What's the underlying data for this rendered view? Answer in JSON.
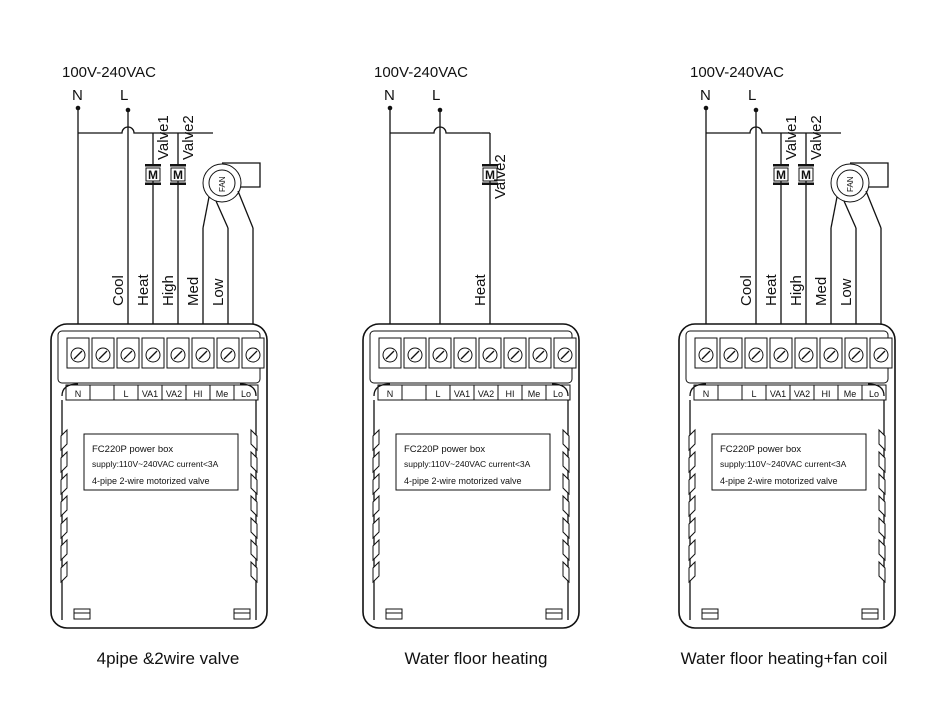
{
  "supply_label": "100V-240VAC",
  "panels": [
    {
      "caption": "4pipe &2wire valve",
      "wire_labels": [
        "Cool",
        "Heat",
        "High",
        "Med",
        "Low"
      ],
      "valves": [
        "Valve1",
        "Valve2"
      ],
      "fan": true
    },
    {
      "caption": "Water floor heating",
      "wire_labels": [
        "Heat"
      ],
      "valves": [
        "Valve2"
      ],
      "fan": false
    },
    {
      "caption": "Water floor heating+fan coil",
      "wire_labels": [
        "Cool",
        "Heat",
        "High",
        "Med",
        "Low"
      ],
      "valves": [
        "Valve1",
        "Valve2"
      ],
      "fan": true
    }
  ],
  "supply_terminals": {
    "neutral": "N",
    "live": "L"
  },
  "terminal_labels": [
    "N",
    "",
    "L",
    "VA1",
    "VA2",
    "HI",
    "Me",
    "Lo"
  ],
  "fan_label": "FAN",
  "valve_symbol": "M",
  "box_label": {
    "line1": "FC220P  power box",
    "line2": "supply:110V~240VAC current<3A",
    "line3": "4-pipe 2-wire motorized valve"
  }
}
